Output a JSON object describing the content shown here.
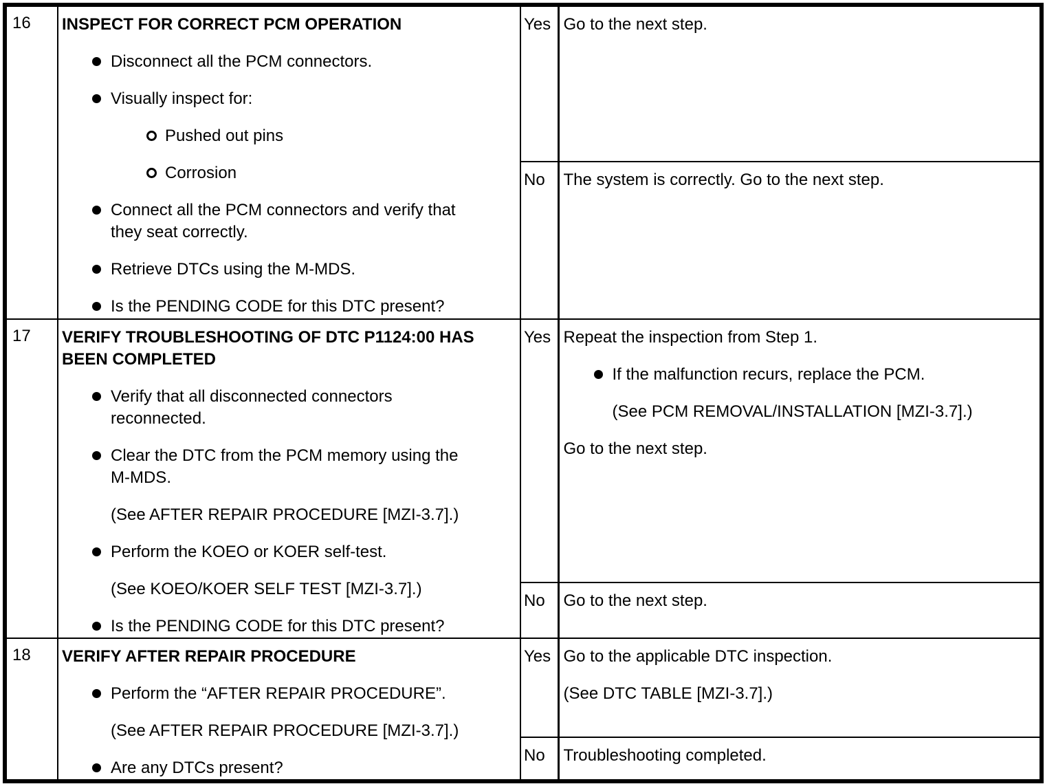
{
  "steps": [
    {
      "step": "16",
      "inspection": {
        "title": "INSPECT FOR CORRECT PCM OPERATION",
        "items": [
          {
            "type": "bullet",
            "text": "Disconnect all the PCM connectors."
          },
          {
            "type": "bullet",
            "text": "Visually inspect for:"
          },
          {
            "type": "subbullet",
            "text": "Pushed out pins"
          },
          {
            "type": "subbullet",
            "text": "Corrosion"
          },
          {
            "type": "bullet",
            "text": "Connect all the PCM connectors and verify that they seat correctly."
          },
          {
            "type": "bullet",
            "text": "Retrieve DTCs using the M-MDS."
          },
          {
            "type": "bullet",
            "text": "Is the PENDING CODE for this DTC present?"
          }
        ]
      },
      "yes": {
        "label": "Yes",
        "lines": [
          {
            "type": "text",
            "text": "Go to the next step."
          }
        ]
      },
      "no": {
        "label": "No",
        "lines": [
          {
            "type": "text",
            "text": "The system is correctly. Go to the next step."
          }
        ]
      }
    },
    {
      "step": "17",
      "inspection": {
        "title": "VERIFY TROUBLESHOOTING OF DTC P1124:00 HAS BEEN COMPLETED",
        "items": [
          {
            "type": "bullet",
            "text": "Verify that all disconnected connectors reconnected."
          },
          {
            "type": "bullet",
            "text": "Clear the DTC from the PCM memory using the M-MDS."
          },
          {
            "type": "ref",
            "text": "(See AFTER REPAIR PROCEDURE [MZI-3.7].)"
          },
          {
            "type": "bullet",
            "text": "Perform the KOEO or KOER self-test."
          },
          {
            "type": "ref",
            "text": "(See KOEO/KOER SELF TEST [MZI-3.7].)"
          },
          {
            "type": "bullet",
            "text": "Is the PENDING CODE for this DTC present?"
          }
        ]
      },
      "yes": {
        "label": "Yes",
        "lines": [
          {
            "type": "text",
            "text": "Repeat the inspection from Step 1."
          },
          {
            "type": "bullet",
            "text": "If the malfunction recurs, replace the PCM."
          },
          {
            "type": "ref",
            "text": "(See PCM REMOVAL/INSTALLATION [MZI-3.7].)"
          },
          {
            "type": "text",
            "text": "Go to the next step."
          }
        ]
      },
      "no": {
        "label": "No",
        "lines": [
          {
            "type": "text",
            "text": "Go to the next step."
          }
        ]
      }
    },
    {
      "step": "18",
      "inspection": {
        "title": "VERIFY AFTER REPAIR PROCEDURE",
        "items": [
          {
            "type": "bullet",
            "text": "Perform the “AFTER REPAIR PROCEDURE”."
          },
          {
            "type": "ref",
            "text": "(See AFTER REPAIR PROCEDURE [MZI-3.7].)"
          },
          {
            "type": "bullet",
            "text": "Are any DTCs present?"
          }
        ]
      },
      "yes": {
        "label": "Yes",
        "lines": [
          {
            "type": "text",
            "text": "Go to the applicable DTC inspection."
          },
          {
            "type": "text",
            "text": "(See DTC TABLE [MZI-3.7].)"
          }
        ]
      },
      "no": {
        "label": "No",
        "lines": [
          {
            "type": "text",
            "text": "Troubleshooting completed."
          }
        ]
      }
    }
  ]
}
